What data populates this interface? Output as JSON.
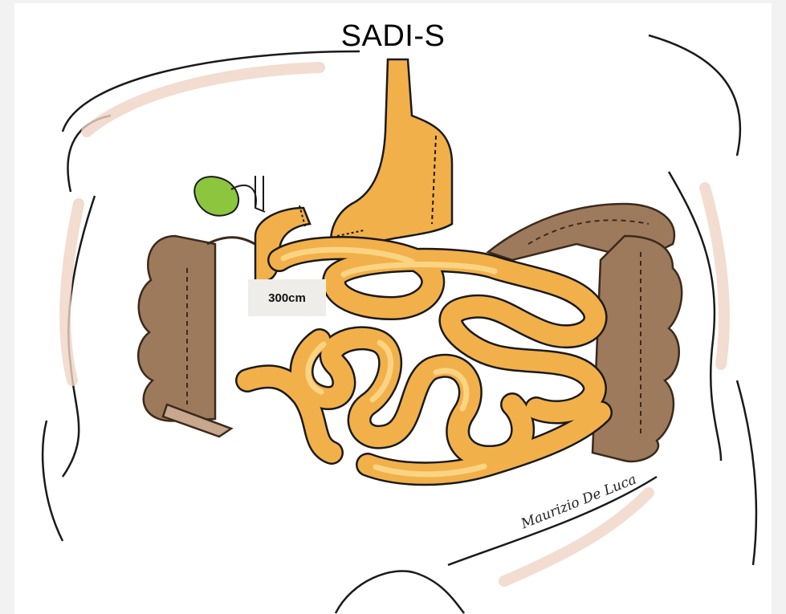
{
  "title": "SADI-S",
  "annotation_length": "300cm",
  "artist_signature": "Maurizio De Luca",
  "colors": {
    "background": "#f2f2f2",
    "skin": "#f7e6dc",
    "outline": "#1a1a1a",
    "small_intestine": "#f2b04a",
    "small_intestine_highlight": "#fbd88a",
    "colon": "#9e7a5c",
    "gallbladder": "#8cc63f",
    "label_box": "#eeede9"
  },
  "icons": [
    "stomach-sleeve",
    "duodenum",
    "gallbladder",
    "small-intestine-loops",
    "colon"
  ]
}
